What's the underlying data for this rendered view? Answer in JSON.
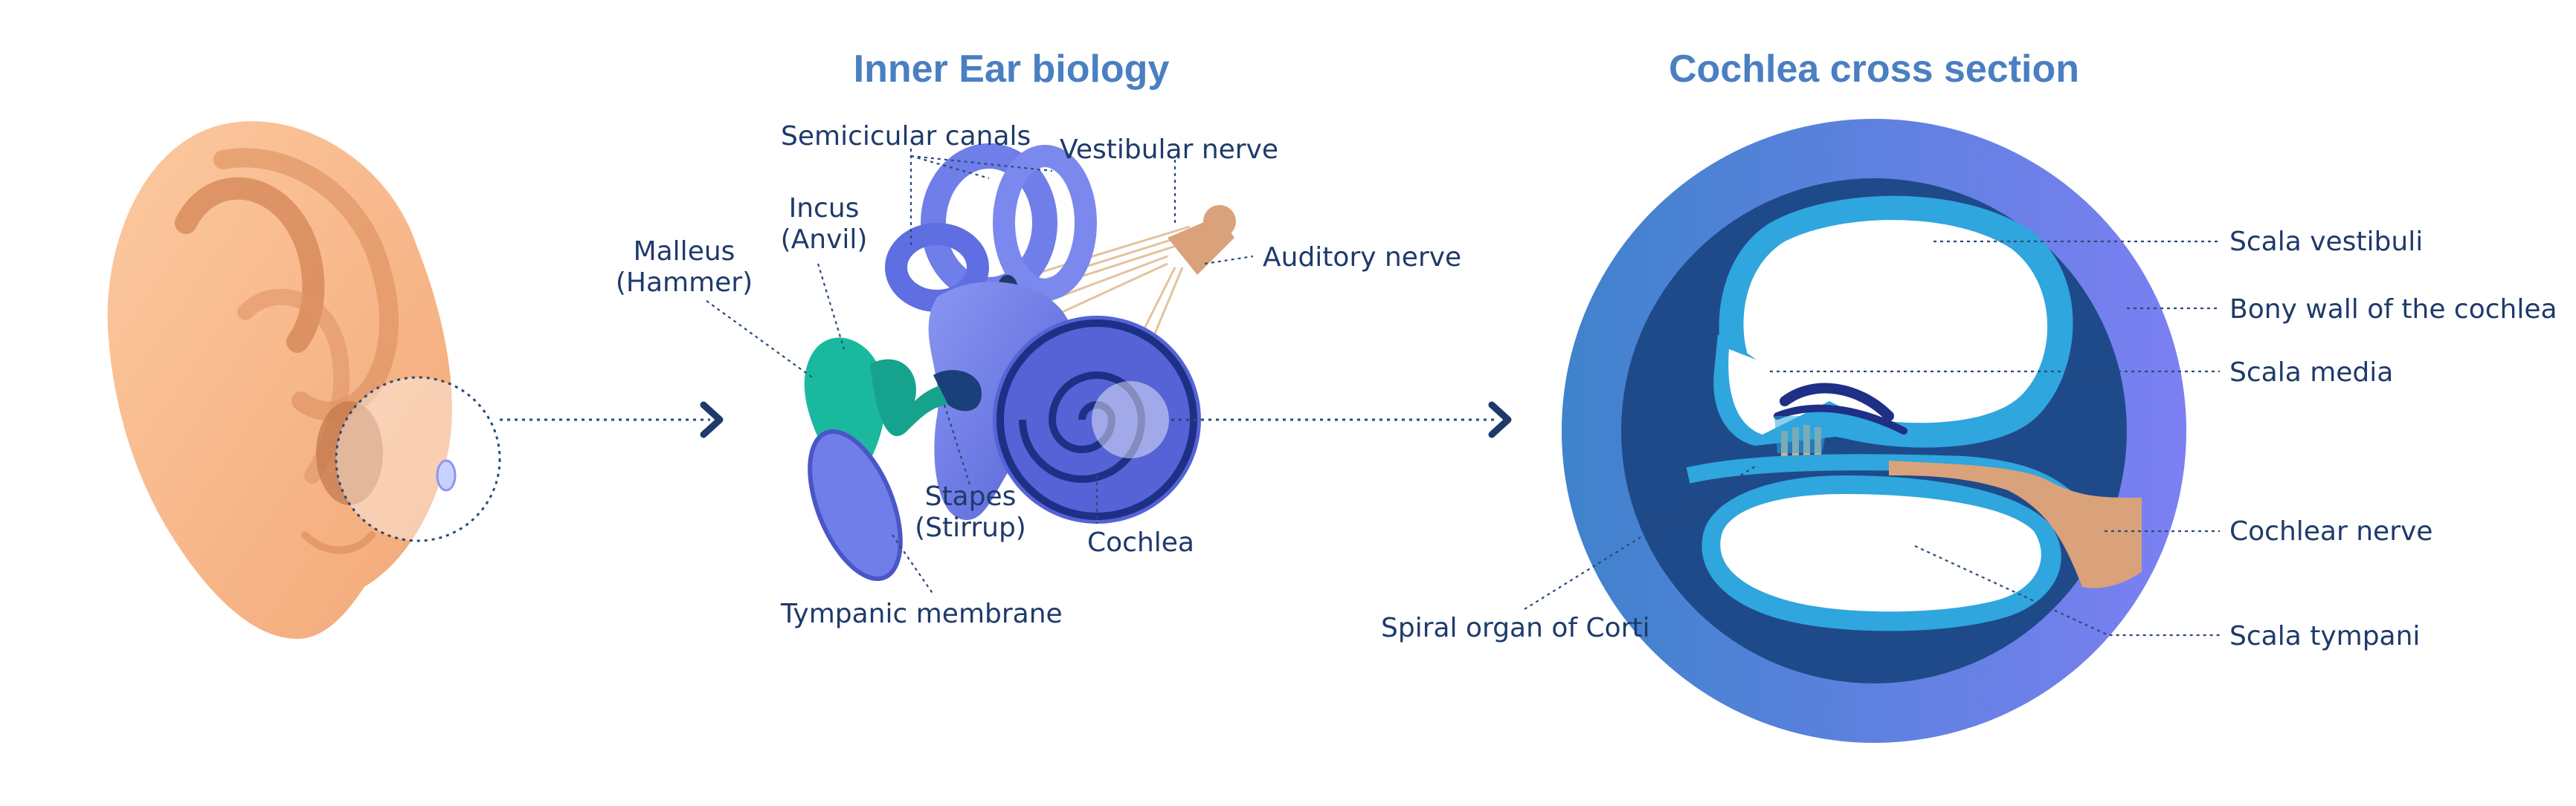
{
  "titles": {
    "inner_ear": "Inner Ear biology",
    "cochlea_section": "Cochlea cross section"
  },
  "inner_ear_labels": {
    "semicircular_canals": "Semicicular canals",
    "vestibular_nerve": "Vestibular nerve",
    "auditory_nerve": "Auditory nerve",
    "incus_line1": "Incus",
    "incus_line2": "(Anvil)",
    "malleus_line1": "Malleus",
    "malleus_line2": "(Hammer)",
    "stapes_line1": "Stapes",
    "stapes_line2": "(Stirrup)",
    "cochlea": "Cochlea",
    "tympanic_membrane": "Tympanic membrane"
  },
  "cochlea_labels": {
    "scala_vestibuli": "Scala vestibuli",
    "bony_wall": "Bony wall of the cochlea",
    "scala_media": "Scala media",
    "cochlear_nerve": "Cochlear nerve",
    "scala_tympani": "Scala tympani",
    "spiral_organ": "Spiral organ of Corti"
  },
  "colors": {
    "title": "#4a7fc1",
    "label": "#1e3a6b",
    "skin": "#f7b98a",
    "bone_blue": "#6f7ee8",
    "ossicle_green": "#1bb8a0",
    "nerve_tan": "#d9a27a",
    "cochlea_outer": "#5c78dc",
    "cochlea_dark": "#1f4a8a",
    "duct_blue": "#2fa6dd"
  }
}
